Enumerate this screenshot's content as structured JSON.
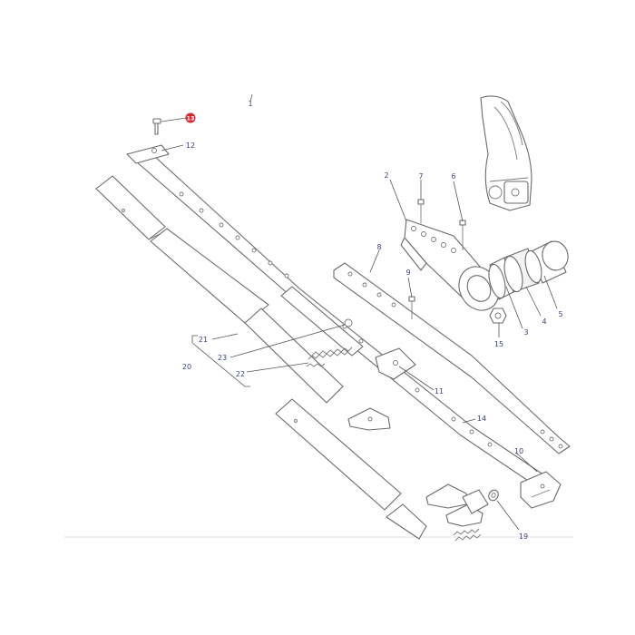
{
  "callouts": [
    {
      "id": "c1",
      "label": "1"
    },
    {
      "id": "c2",
      "label": "2"
    },
    {
      "id": "c3",
      "label": "3"
    },
    {
      "id": "c4",
      "label": "4"
    },
    {
      "id": "c5",
      "label": "5"
    },
    {
      "id": "c6",
      "label": "6"
    },
    {
      "id": "c7",
      "label": "7"
    },
    {
      "id": "c8",
      "label": "8"
    },
    {
      "id": "c9",
      "label": "9"
    },
    {
      "id": "c10",
      "label": "10"
    },
    {
      "id": "c11",
      "label": "11"
    },
    {
      "id": "c12",
      "label": "12"
    },
    {
      "id": "c13",
      "label": "13"
    },
    {
      "id": "c14",
      "label": "14"
    },
    {
      "id": "c15",
      "label": "15"
    },
    {
      "id": "c19",
      "label": "19"
    },
    {
      "id": "c20",
      "label": "20"
    },
    {
      "id": "c21",
      "label": "21"
    },
    {
      "id": "c22",
      "label": "22"
    },
    {
      "id": "c23",
      "label": "23"
    }
  ],
  "highlight": {
    "label": "13",
    "color": "#d9262c"
  },
  "colors": {
    "line": "#6a6a6a",
    "callout_text": "#3a3f88"
  }
}
